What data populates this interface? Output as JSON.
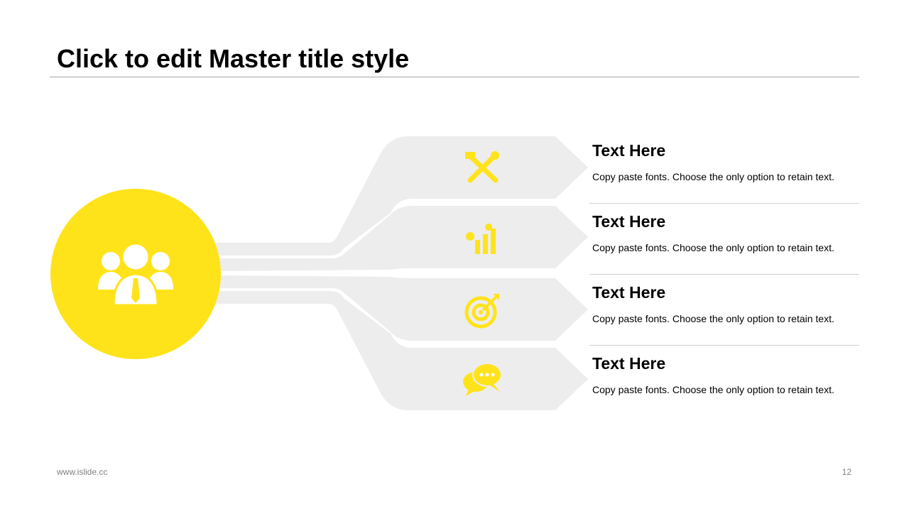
{
  "slide": {
    "title": "Click to edit Master title style",
    "footer_url": "www.islide.cc",
    "page_number": "12"
  },
  "colors": {
    "accent": "#FFE31A",
    "shape": "#EDEDED",
    "text": "#000000",
    "muted": "#7F7F7F"
  },
  "hub": {
    "icon": "team-people-icon"
  },
  "items": [
    {
      "title": "Text Here",
      "text": "Copy paste fonts. Choose the only option to retain text.",
      "icon": "tools-icon"
    },
    {
      "title": "Text Here",
      "text": "Copy paste fonts. Choose the only option to retain text.",
      "icon": "growth-chart-icon"
    },
    {
      "title": "Text Here",
      "text": "Copy paste fonts. Choose the only option to retain text.",
      "icon": "target-icon"
    },
    {
      "title": "Text Here",
      "text": "Copy paste fonts. Choose the only option to retain text.",
      "icon": "chat-bubbles-icon"
    }
  ]
}
